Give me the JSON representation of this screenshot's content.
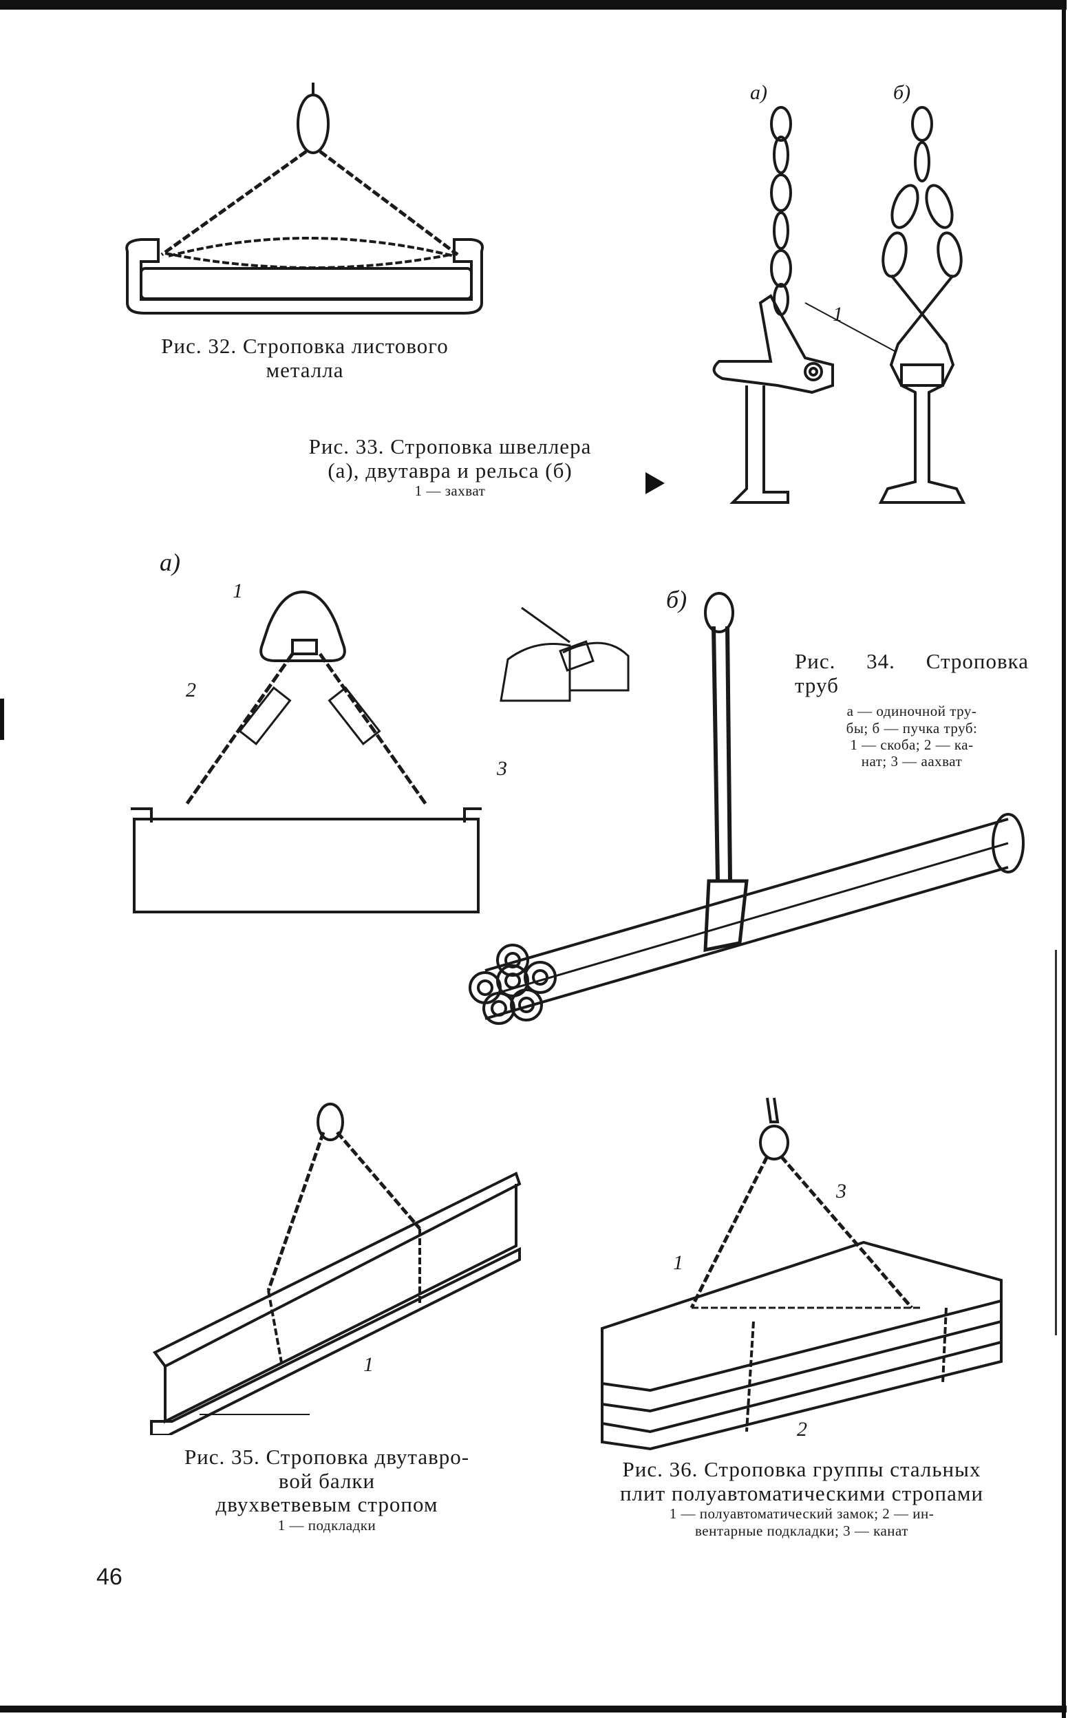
{
  "page": {
    "number": "46"
  },
  "fig32": {
    "caption_line1": "Рис. 32. Строповка листового",
    "caption_line2": "металла"
  },
  "fig33": {
    "label_a": "а)",
    "label_b": "б)",
    "callout_1": "1",
    "caption_line1": "Рис. 33. Строповка швеллера",
    "caption_line2": "(а), двутавра и рельса (б)",
    "legend": "1 — захват"
  },
  "fig34": {
    "label_a": "а)",
    "label_b": "б)",
    "callout_1": "1",
    "callout_2": "2",
    "callout_3": "3",
    "caption_line1": "Рис. 34. Строповка труб",
    "legend_line1": "а — одиночной тру-",
    "legend_line2": "бы; б — пучка труб:",
    "legend_line3": "1 — скоба; 2 — ка-",
    "legend_line4": "нат; 3 — аахват"
  },
  "fig35": {
    "callout_1": "1",
    "caption_line1": "Рис. 35. Строповка двутавро-",
    "caption_line2": "вой балки",
    "caption_line3": "двухветвевым стропом",
    "legend": "1 — подкладки"
  },
  "fig36": {
    "callout_1": "1",
    "callout_2": "2",
    "callout_3": "3",
    "caption_line1": "Рис. 36. Строповка группы стальных",
    "caption_line2": "плит полуавтоматическими стропами",
    "legend_line1": "1 — полуавтоматический замок; 2 — ин-",
    "legend_line2": "вентарные подкладки; 3 — канат"
  },
  "icons": [
    "sling-hook-icon",
    "chain-icon",
    "pipe-bundle-icon",
    "i-beam-icon",
    "steel-plate-icon",
    "arrow-right-icon"
  ]
}
